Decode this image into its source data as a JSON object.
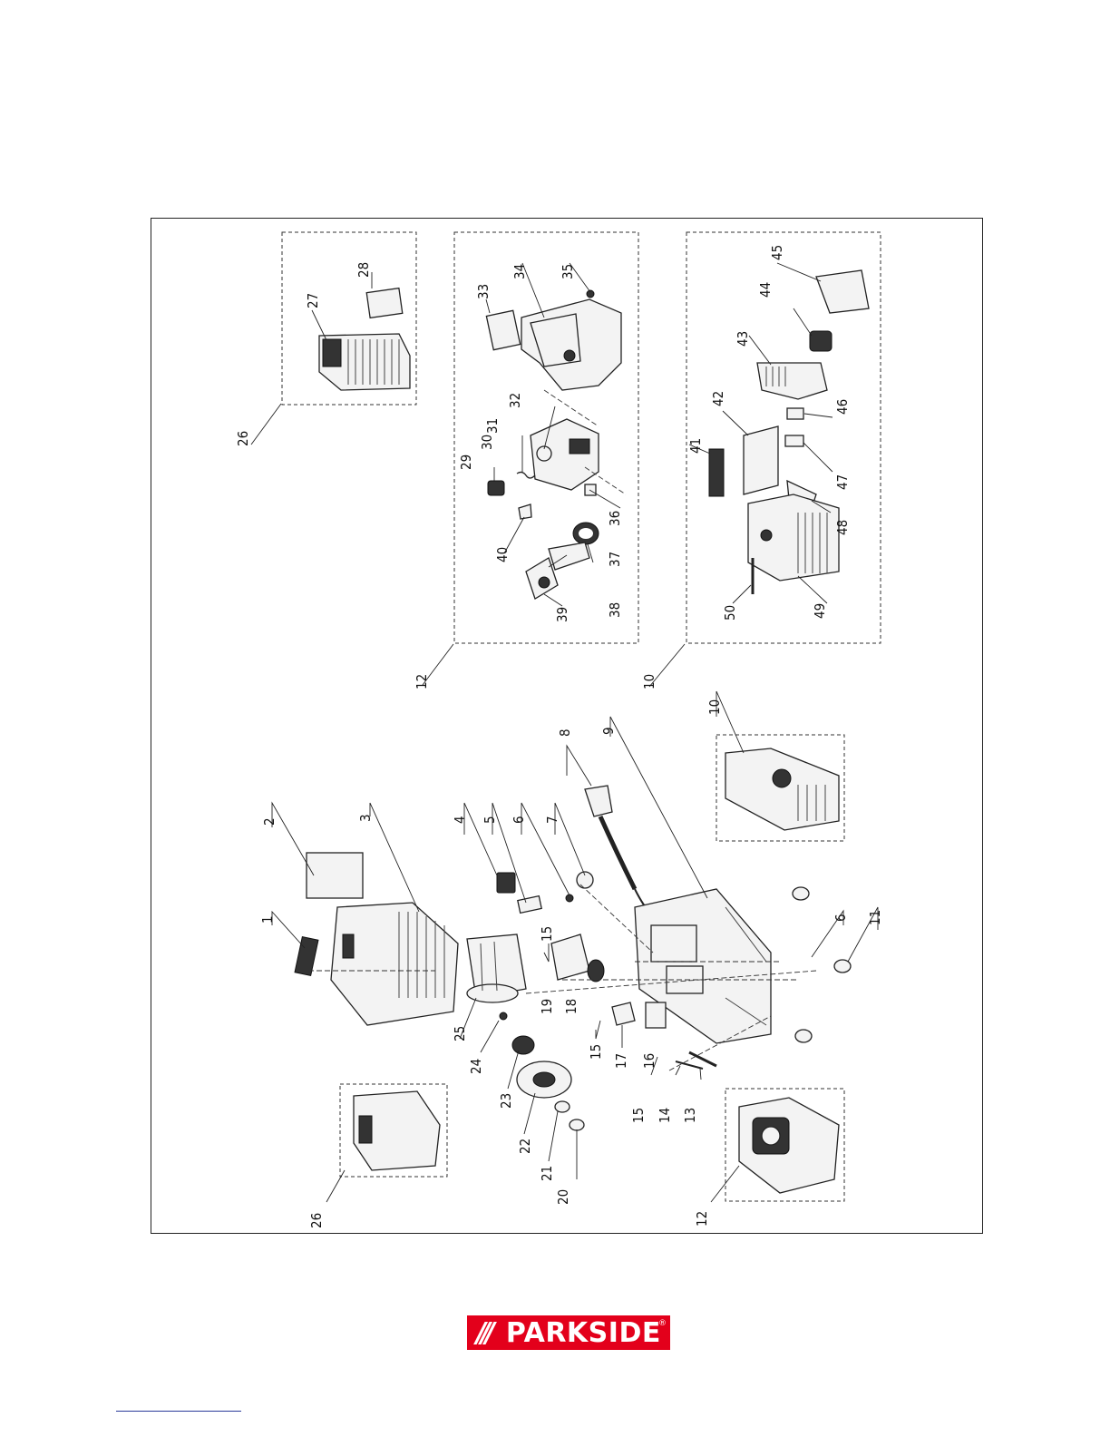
{
  "brand": {
    "name": "PARKSIDE",
    "slashes": "///",
    "registered_mark": "®",
    "color": "#e3001b"
  },
  "diagram": {
    "kind": "exploded-view",
    "part_numbers": [
      "1",
      "2",
      "3",
      "4",
      "5",
      "6",
      "7",
      "8",
      "9",
      "10",
      "11",
      "12",
      "13",
      "14",
      "15",
      "16",
      "17",
      "18",
      "19",
      "20",
      "21",
      "22",
      "23",
      "24",
      "25",
      "26",
      "27",
      "28",
      "29",
      "30",
      "31",
      "32",
      "33",
      "34",
      "35",
      "36",
      "37",
      "38",
      "39",
      "40",
      "41",
      "42",
      "43",
      "44",
      "45",
      "46",
      "47",
      "48",
      "49",
      "50"
    ],
    "callouts": [
      {
        "id": "c1",
        "label": "1"
      },
      {
        "id": "c2",
        "label": "2"
      },
      {
        "id": "c3",
        "label": "3"
      },
      {
        "id": "c4",
        "label": "4"
      },
      {
        "id": "c5",
        "label": "5"
      },
      {
        "id": "c6",
        "label": "6"
      },
      {
        "id": "c7",
        "label": "7"
      },
      {
        "id": "c8",
        "label": "8"
      },
      {
        "id": "c9",
        "label": "9"
      },
      {
        "id": "c10",
        "label": "10"
      },
      {
        "id": "c6b",
        "label": "6"
      },
      {
        "id": "c11",
        "label": "11"
      },
      {
        "id": "c15a",
        "label": "15"
      },
      {
        "id": "c19",
        "label": "19"
      },
      {
        "id": "c18",
        "label": "18"
      },
      {
        "id": "c15b",
        "label": "15"
      },
      {
        "id": "c17",
        "label": "17"
      },
      {
        "id": "c16",
        "label": "16"
      },
      {
        "id": "c15c",
        "label": "15"
      },
      {
        "id": "c14",
        "label": "14"
      },
      {
        "id": "c13",
        "label": "13"
      },
      {
        "id": "c25",
        "label": "25"
      },
      {
        "id": "c24",
        "label": "24"
      },
      {
        "id": "c23",
        "label": "23"
      },
      {
        "id": "c22",
        "label": "22"
      },
      {
        "id": "c21",
        "label": "21"
      },
      {
        "id": "c20",
        "label": "20"
      },
      {
        "id": "c26a",
        "label": "26"
      },
      {
        "id": "c12a",
        "label": "12"
      },
      {
        "id": "c26b",
        "label": "26"
      },
      {
        "id": "c27",
        "label": "27"
      },
      {
        "id": "c28",
        "label": "28"
      },
      {
        "id": "c12b",
        "label": "12"
      },
      {
        "id": "c33",
        "label": "33"
      },
      {
        "id": "c34",
        "label": "34"
      },
      {
        "id": "c35",
        "label": "35"
      },
      {
        "id": "c29",
        "label": "29"
      },
      {
        "id": "c30",
        "label": "30"
      },
      {
        "id": "c31",
        "label": "31"
      },
      {
        "id": "c32",
        "label": "32"
      },
      {
        "id": "c36",
        "label": "36"
      },
      {
        "id": "c37",
        "label": "37"
      },
      {
        "id": "c38",
        "label": "38"
      },
      {
        "id": "c39",
        "label": "39"
      },
      {
        "id": "c40",
        "label": "40"
      },
      {
        "id": "c10b",
        "label": "10"
      },
      {
        "id": "c45",
        "label": "45"
      },
      {
        "id": "c44",
        "label": "44"
      },
      {
        "id": "c43",
        "label": "43"
      },
      {
        "id": "c42",
        "label": "42"
      },
      {
        "id": "c41",
        "label": "41"
      },
      {
        "id": "c46",
        "label": "46"
      },
      {
        "id": "c47",
        "label": "47"
      },
      {
        "id": "c48",
        "label": "48"
      },
      {
        "id": "c49",
        "label": "49"
      },
      {
        "id": "c50",
        "label": "50"
      }
    ]
  }
}
